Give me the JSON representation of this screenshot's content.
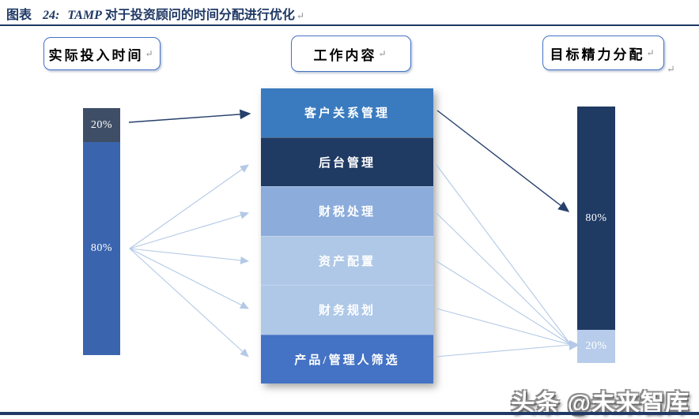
{
  "figure_header": {
    "label": "图表",
    "number": "24:",
    "keyword": "TAMP",
    "title_rest": "对于投资顾问的时间分配进行优化",
    "return_mark": "↵"
  },
  "column_headers": {
    "left": "实际投入时间",
    "center": "工作内容",
    "right": "目标精力分配"
  },
  "left_bar": {
    "name": "实际投入时间",
    "segments": [
      {
        "value": "20%",
        "color": "#3E4E66"
      },
      {
        "value": "80%",
        "color": "#3A64AE"
      }
    ]
  },
  "work_items": [
    {
      "label": "客户关系管理",
      "color": "#3A7BBF"
    },
    {
      "label": "后台管理",
      "color": "#1F3A63"
    },
    {
      "label": "财税处理",
      "color": "#8CACDB"
    },
    {
      "label": "资产配置",
      "color": "#AFC8E7"
    },
    {
      "label": "财务规划",
      "color": "#AFC8E7"
    },
    {
      "label": "产品/管理人筛选",
      "color": "#4472C4"
    }
  ],
  "right_bar": {
    "name": "目标精力分配",
    "segments": [
      {
        "value": "80%",
        "color": "#1F3A63"
      },
      {
        "value": "20%",
        "color": "#B7CCEA"
      }
    ]
  },
  "watermark": "头条 @未来智库",
  "accent_colors": {
    "rule": "#1F3864",
    "box_border": "#4472C4",
    "arrow_dark": "#26406B",
    "arrow_light": "#B3C9E6"
  }
}
